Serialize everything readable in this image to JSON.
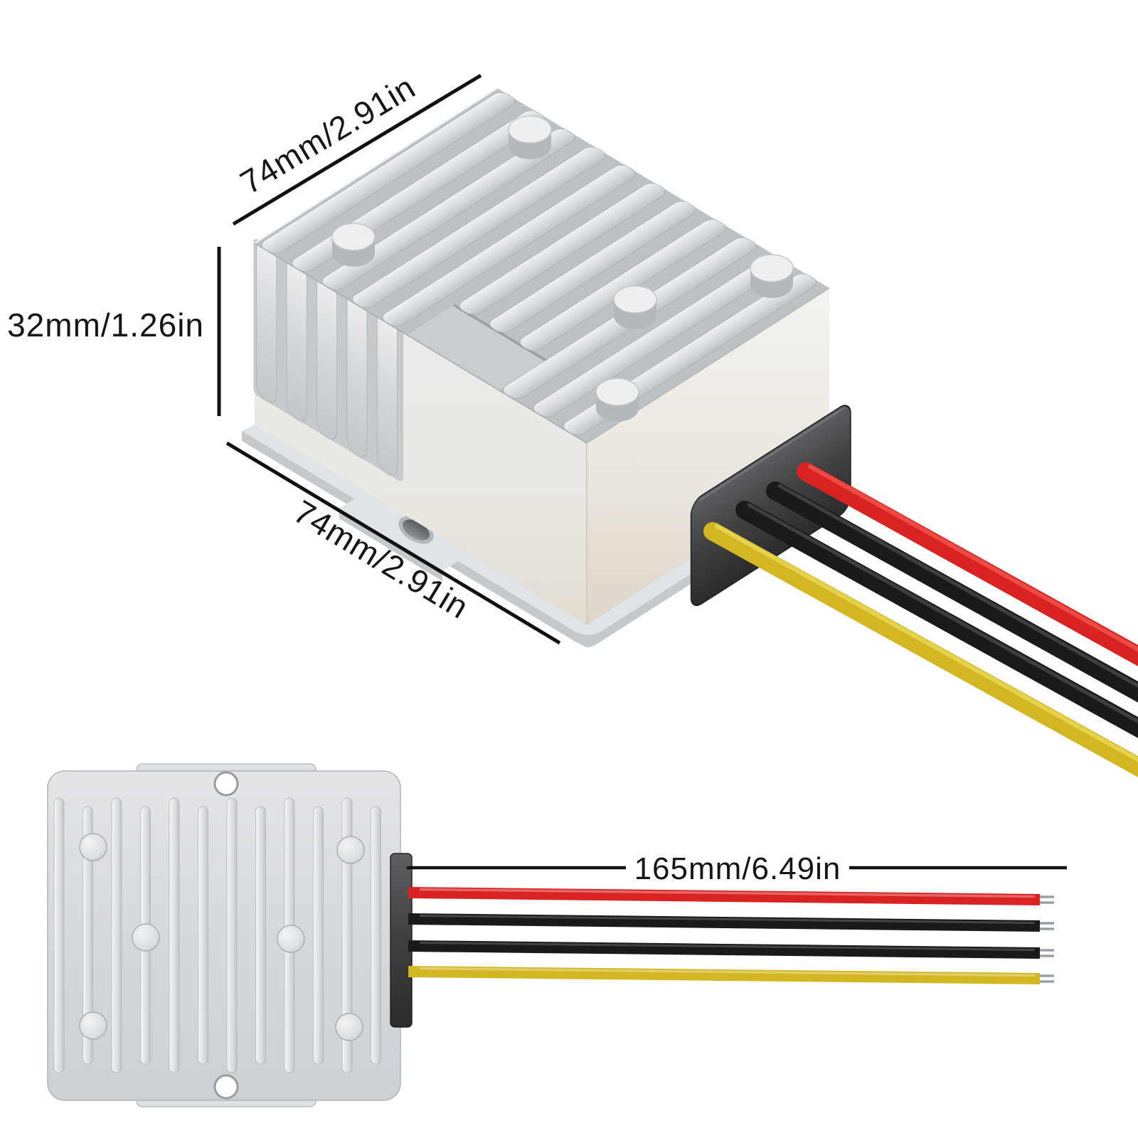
{
  "annotations": {
    "top_edge": {
      "label": "74mm/2.91in"
    },
    "height": {
      "label": "32mm/1.26in"
    },
    "front_edge": {
      "label": "74mm/2.91in"
    },
    "wire_length": {
      "label": "165mm/6.49in"
    }
  },
  "wires": {
    "order": [
      "red",
      "black",
      "black",
      "yellow"
    ],
    "hex": {
      "red": "#d92322",
      "black": "#1a1a1c",
      "yellow": "#d2b622",
      "tip": "#9aa0a3"
    }
  },
  "device": {
    "body_hex": "#d8dbde",
    "connector_hex": "#3a3c3f",
    "dimension_line_hex": "#111111"
  }
}
